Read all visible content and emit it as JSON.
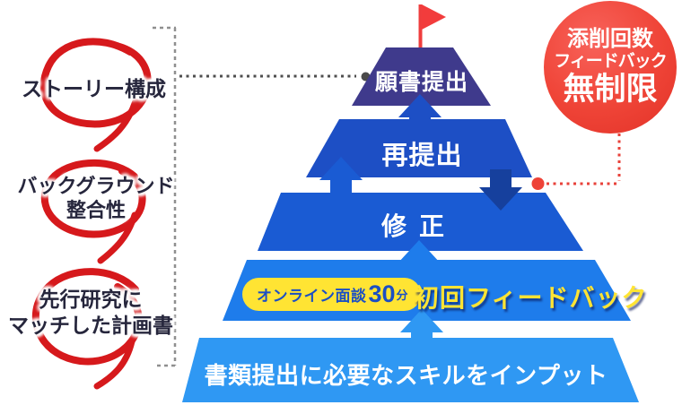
{
  "pyramid": {
    "level1_label": "願書提出",
    "level2_label": "再提出",
    "level3_label": "修正",
    "level4_label": "初回フィードバック",
    "level4_pill_text": "オンライン面談",
    "level4_pill_number": "30",
    "level4_pill_unit": "分",
    "level5_label": "書類提出に必要なスキルをインプット"
  },
  "left_annotations": {
    "item1_line1": "ストーリー構成",
    "item2_line1": "バックグラウンド",
    "item2_line2": "整合性",
    "item3_line1": "先行研究に",
    "item3_line2": "マッチした計画書"
  },
  "badge": {
    "line1": "添削回数",
    "line2": "フィードバック",
    "line3": "無制限"
  },
  "colors": {
    "level1": "#3f3a8c",
    "level2": "#1d4fc5",
    "level3": "#1a5bd3",
    "level4": "#1e7ceb",
    "level5": "#2f98f3",
    "down_arrow": "#16409d",
    "pill_yellow": "#ffe433",
    "pill_text_blue": "#1b4fc4",
    "feedback_text_yellow": "#ffe433",
    "badge_red": "#ee4237",
    "flag_red": "#f23c3c",
    "brush_red": "#d6191c",
    "note_text": "#26263c",
    "connector_gray": "#4f4f4f"
  }
}
